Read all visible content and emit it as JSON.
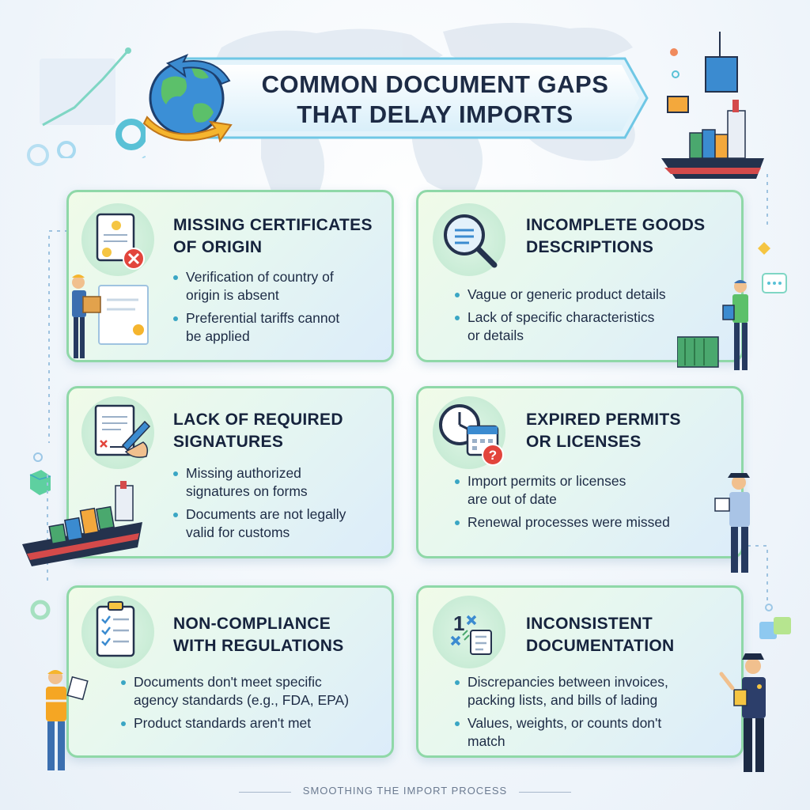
{
  "header": {
    "title_line1": "COMMON DOCUMENT GAPS",
    "title_line2": "THAT DELAY IMPORTS"
  },
  "cards": [
    {
      "title_line1": "MISSING CERTIFICATES",
      "title_line2": "OF ORIGIN",
      "icon": "certificate-icon",
      "bullets": [
        [
          "Verification of country of",
          "origin is absent"
        ],
        [
          "Preferential tariffs cannot",
          "be applied"
        ]
      ]
    },
    {
      "title_line1": "INCOMPLETE GOODS",
      "title_line2": "DESCRIPTIONS",
      "icon": "magnifier-icon",
      "bullets": [
        [
          "Vague or generic product details",
          ""
        ],
        [
          "Lack of specific characteristics",
          "or details"
        ]
      ]
    },
    {
      "title_line1": "LACK OF REQUIRED",
      "title_line2": "SIGNATURES",
      "icon": "signature-icon",
      "bullets": [
        [
          "Missing authorized",
          "signatures on forms"
        ],
        [
          "Documents are not legally",
          "valid for customs"
        ]
      ]
    },
    {
      "title_line1": "EXPIRED PERMITS",
      "title_line2": "OR LICENSES",
      "icon": "clock-calendar-icon",
      "bullets": [
        [
          "Import permits or licenses",
          "are out of date"
        ],
        [
          "Renewal processes were missed",
          ""
        ]
      ]
    },
    {
      "title_line1": "NON-COMPLIANCE",
      "title_line2": "WITH REGULATIONS",
      "icon": "checklist-icon",
      "bullets": [
        [
          "Documents don't meet specific",
          "agency standards (e.g., FDA, EPA)"
        ],
        [
          "Product standards aren't met",
          ""
        ]
      ]
    },
    {
      "title_line1": "INCONSISTENT",
      "title_line2": "DOCUMENTATION",
      "icon": "comparison-icon",
      "bullets": [
        [
          "Discrepancies between invoices,",
          "packing lists, and bills of lading"
        ],
        [
          "Values, weights, or counts don't",
          "match"
        ]
      ]
    }
  ],
  "footer": {
    "text": "SMOOTHING THE IMPORT PROCESS"
  },
  "icon_numbers": {
    "one": "1",
    "question": "?"
  },
  "colors": {
    "accent_green": "#8fd8a8",
    "accent_blue": "#3aa6c4",
    "title_navy": "#1d2b45",
    "alert_red": "#e2453c"
  }
}
